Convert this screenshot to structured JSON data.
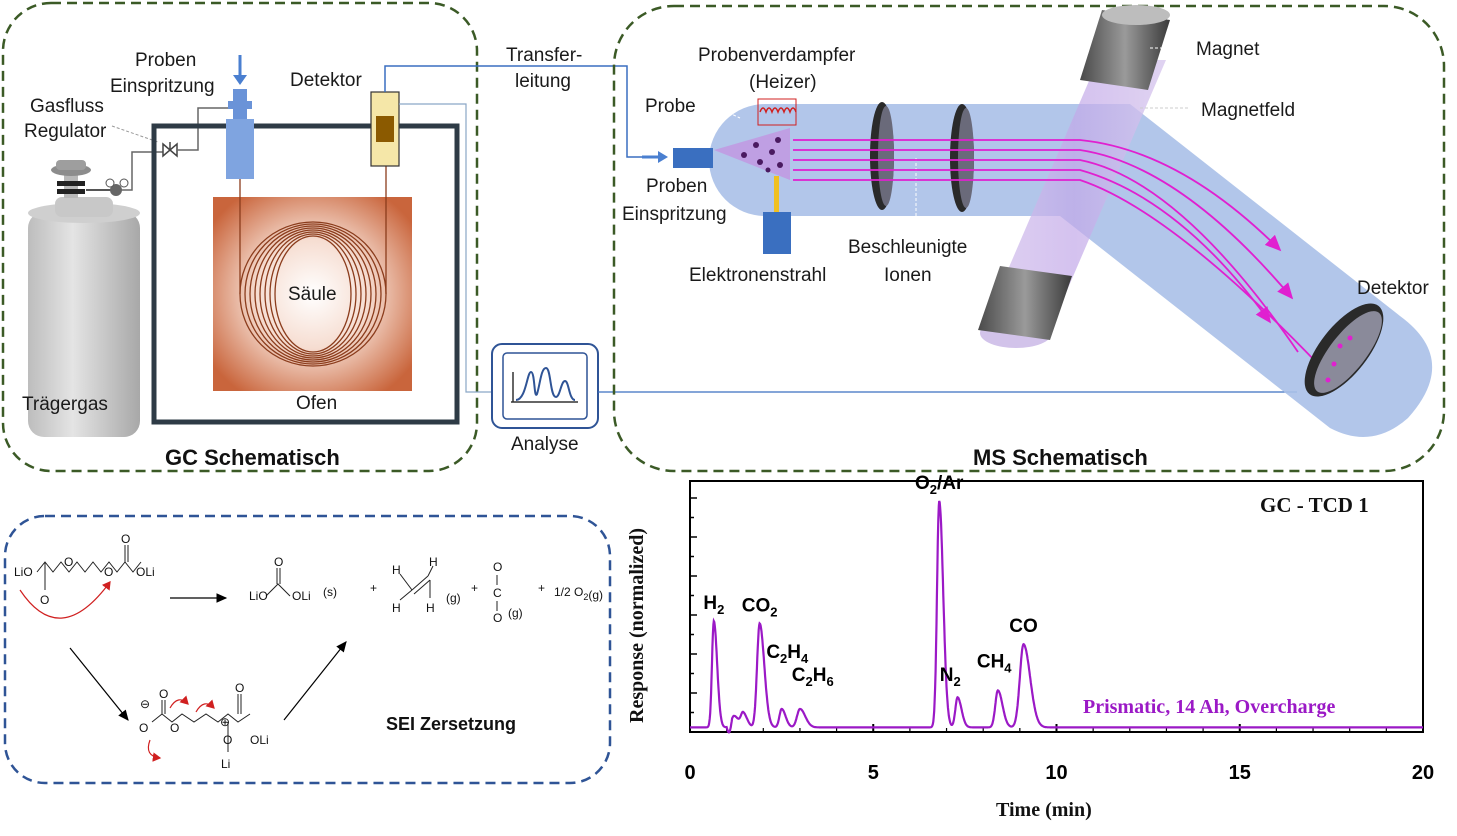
{
  "gc": {
    "title": "GC Schematisch",
    "carrier_gas": "Trägergas",
    "flow_regulator_line1": "Gasfluss",
    "flow_regulator_line2": "Regulator",
    "injection_line1": "Proben",
    "injection_line2": "Einspritzung",
    "detector": "Detektor",
    "column": "Säule",
    "oven": "Ofen"
  },
  "transfer": {
    "line1": "Transfer-",
    "line2": "leitung"
  },
  "analysis": {
    "label": "Analyse"
  },
  "ms": {
    "title": "MS Schematisch",
    "evaporator_line1": "Probenverdampfer",
    "evaporator_line2": "(Heizer)",
    "sample": "Probe",
    "injection_line1": "Proben",
    "injection_line2": "Einspritzung",
    "electron_beam": "Elektronenstrahl",
    "accel_line1": "Beschleunigte",
    "accel_line2": "Ionen",
    "magnet": "Magnet",
    "magnetic_field": "Magnetfeld",
    "detector": "Detektor"
  },
  "sei": {
    "title": "SEI Zersetzung",
    "reactant_left": "LiO",
    "reactant_right": "OLi",
    "reactant_o1": "O",
    "reactant_o2": "O",
    "reactant_o3": "O",
    "reactant_o4": "O",
    "product_li2co3_left": "LiO",
    "product_li2co3_right": "OLi",
    "product_li2co3_o": "O",
    "product_li2co3_state": "(s)",
    "plus1": "+",
    "plus2": "+",
    "plus3": "+",
    "h": "H",
    "ethylene_state": "(g)",
    "co2_o": "O",
    "co2_c": "C",
    "co2_state": "(g)",
    "oxygen": "1/2 O",
    "oxygen_sub": "2",
    "oxygen_state": "(g)",
    "inter_minus": "⊖",
    "inter_plus": "⊕",
    "inter_o": "O",
    "inter_oli": "OLi",
    "inter_li": "Li"
  },
  "chart_data": {
    "type": "line",
    "title": "GC - TCD 1",
    "xlabel": "Time (min)",
    "ylabel": "Response (normalized)",
    "xlim": [
      0,
      20
    ],
    "ylim": [
      0,
      1
    ],
    "xticks": [
      0,
      5,
      10,
      15,
      20
    ],
    "grid": false,
    "color": "#9b19c6",
    "series": [
      {
        "name": "Prismatic, 14 Ah, Overcharge",
        "baseline": 0.02,
        "peaks": [
          {
            "label": "H2",
            "x": 0.65,
            "height": 0.46,
            "width": 0.05
          },
          {
            "label": "",
            "x": 1.2,
            "height": 0.05,
            "width": 0.07
          },
          {
            "label": "",
            "x": 1.45,
            "height": 0.06,
            "width": 0.06
          },
          {
            "label": "CO2",
            "x": 1.9,
            "height": 0.45,
            "width": 0.07
          },
          {
            "label": "C2H4",
            "x": 2.5,
            "height": 0.08,
            "width": 0.06
          },
          {
            "label": "C2H6",
            "x": 3.0,
            "height": 0.08,
            "width": 0.08
          },
          {
            "label": "O2/Ar",
            "x": 6.8,
            "height": 0.98,
            "width": 0.06
          },
          {
            "label": "N2",
            "x": 7.3,
            "height": 0.13,
            "width": 0.06
          },
          {
            "label": "CH4",
            "x": 8.4,
            "height": 0.16,
            "width": 0.07
          },
          {
            "label": "CO",
            "x": 9.1,
            "height": 0.36,
            "width": 0.1
          }
        ]
      }
    ],
    "peak_labels": [
      {
        "main": "H",
        "sub": "2",
        "after": ""
      },
      {
        "main": "CO",
        "sub": "2",
        "after": ""
      },
      {
        "main": "C",
        "sub": "2",
        "after": "H",
        "sub2": "4"
      },
      {
        "main": "C",
        "sub": "2",
        "after": "H",
        "sub2": "6"
      },
      {
        "main": "O",
        "sub": "2",
        "after": "/Ar"
      },
      {
        "main": "N",
        "sub": "2",
        "after": ""
      },
      {
        "main": "CH",
        "sub": "4",
        "after": ""
      },
      {
        "main": "CO",
        "sub": "",
        "after": ""
      }
    ]
  }
}
